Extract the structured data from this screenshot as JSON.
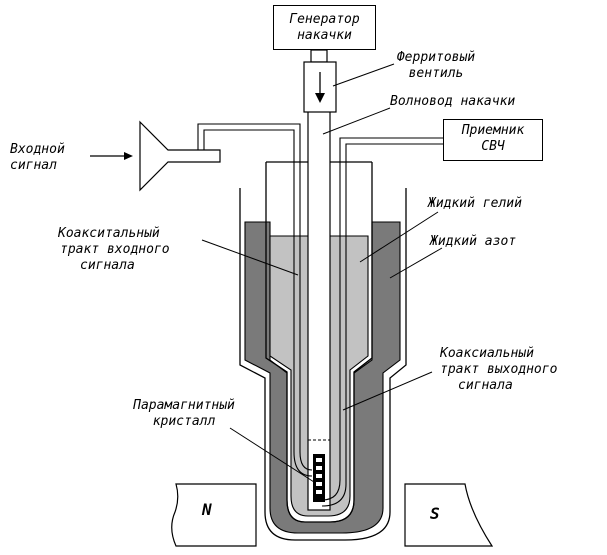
{
  "labels": {
    "generator": [
      "Генератор",
      "накачки"
    ],
    "ferrite": [
      "Ферритовый",
      "вентиль"
    ],
    "pump_waveguide": "Волновод накачки",
    "input_signal": [
      "Входной",
      "сигнал"
    ],
    "receiver": [
      "Приемник",
      "СВЧ"
    ],
    "liquid_helium": "Жидкий гелий",
    "liquid_nitrogen": "Жидкий азот",
    "input_coax": [
      "Коакситальный",
      "тракт входного",
      "сигнала"
    ],
    "output_coax": [
      "Коаксиальный",
      "тракт выходного",
      "сигнала"
    ],
    "crystal": [
      "Парамагнитный",
      "кристалл"
    ],
    "pole_north": "N",
    "pole_south": "S"
  },
  "colors": {
    "nitrogen": "#7a7a7a",
    "helium": "#c2c2c2",
    "line": "#000000",
    "background": "#ffffff"
  }
}
